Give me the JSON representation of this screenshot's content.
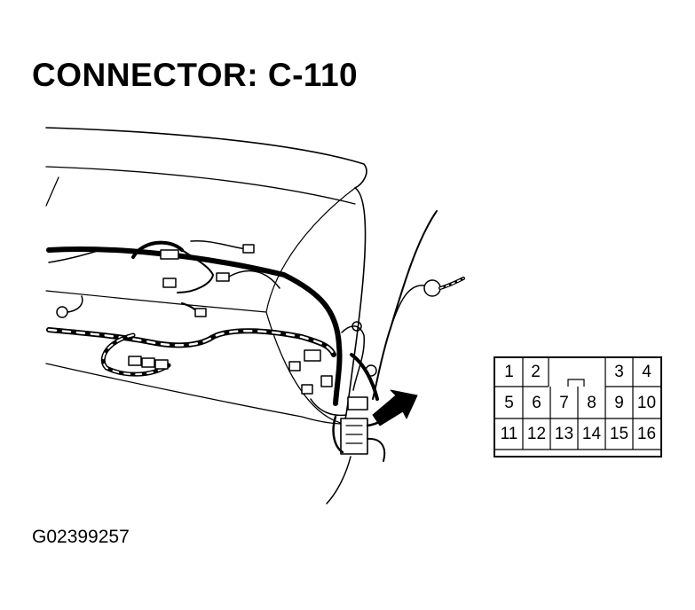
{
  "title": "CONNECTOR: C-110",
  "figure_id": "G02399257",
  "connector": {
    "pins_row1_left": [
      "1",
      "2"
    ],
    "pins_row1_right": [
      "3",
      "4"
    ],
    "pins_row2": [
      "5",
      "6",
      "7",
      "8",
      "9",
      "10"
    ],
    "pins_row3": [
      "11",
      "12",
      "13",
      "14",
      "15",
      "16"
    ]
  }
}
